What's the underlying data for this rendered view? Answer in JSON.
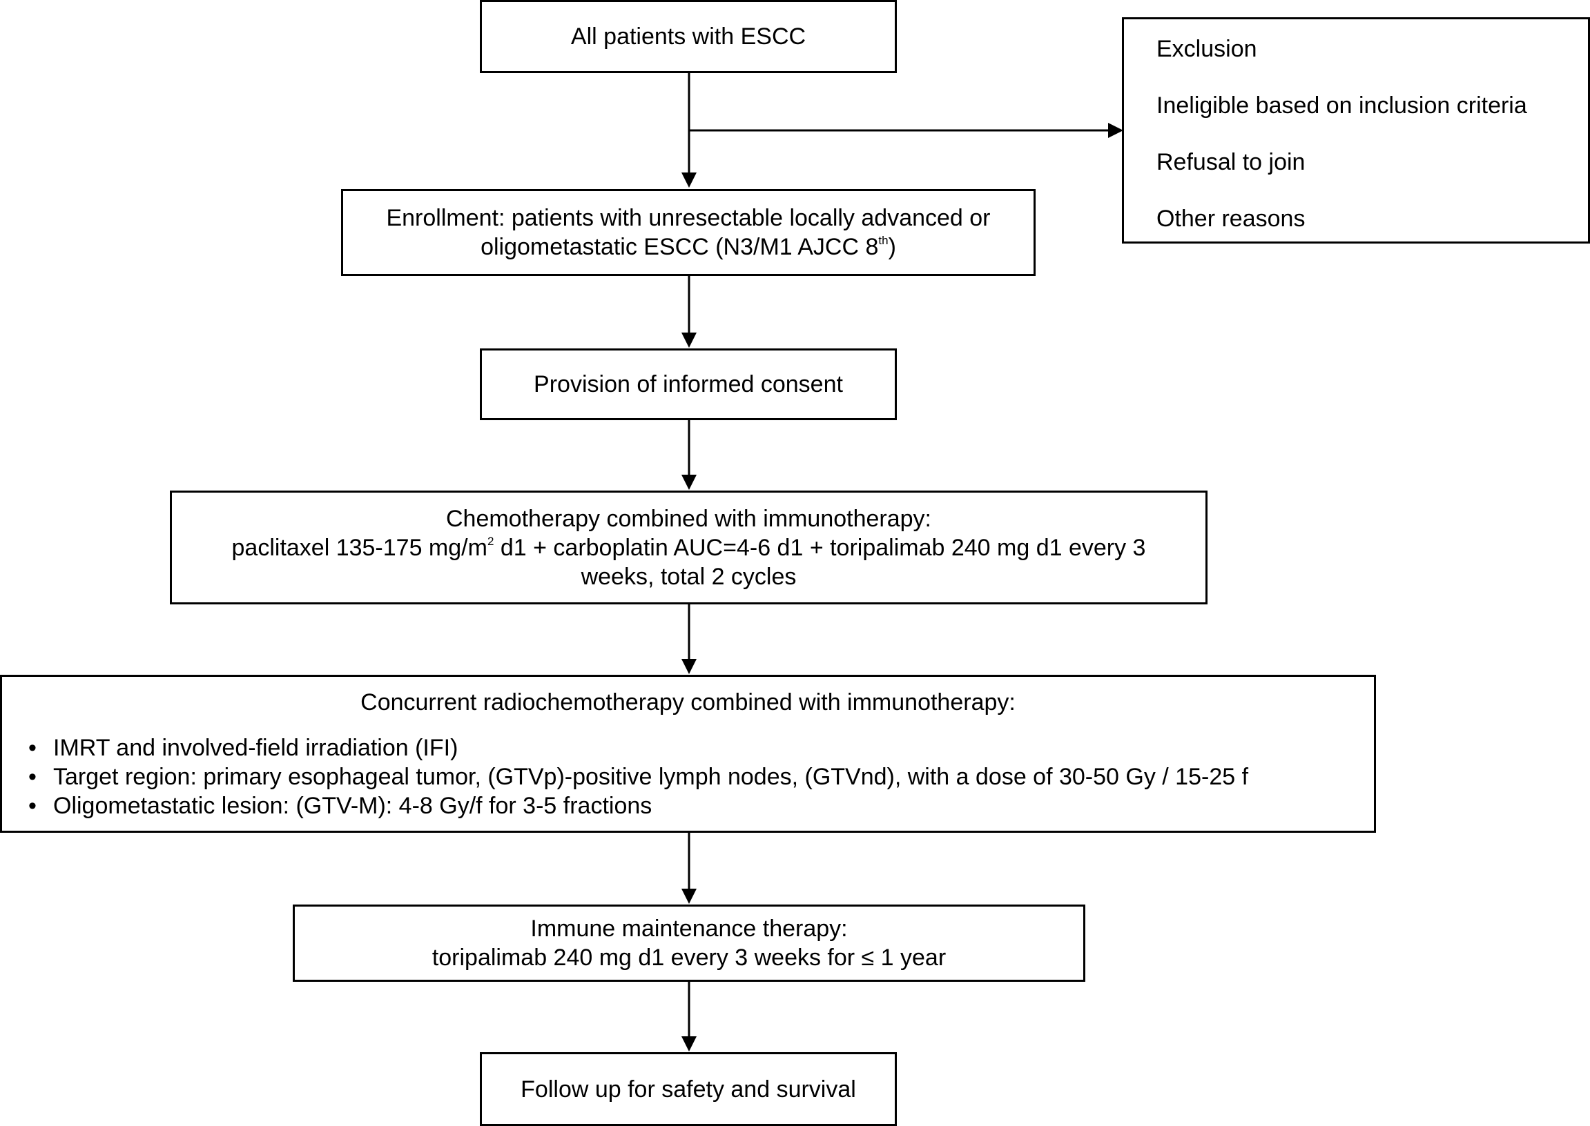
{
  "diagram": {
    "all_patients": "All patients with ESCC",
    "exclusion": {
      "title": "Exclusion",
      "items": [
        "Ineligible based on inclusion criteria",
        "Refusal to join",
        "Other reasons"
      ]
    },
    "enrollment": {
      "line1": "Enrollment: patients with unresectable locally advanced or",
      "line2_pre": "oligometastatic ESCC (N3/M1 AJCC 8",
      "line2_sup": "th",
      "line2_post": ")"
    },
    "consent": "Provision of informed consent",
    "chemo": {
      "line1": "Chemotherapy combined with immunotherapy:",
      "line2_pre": "paclitaxel 135-175 mg/m",
      "line2_sup": "2",
      "line2_post": " d1 + carboplatin AUC=4-6 d1 + toripalimab 240 mg d1 every 3",
      "line3": "weeks, total 2 cycles"
    },
    "radio": {
      "title": "Concurrent radiochemotherapy combined with immunotherapy:",
      "bullet": "•",
      "items": [
        "IMRT and involved-field irradiation (IFI)",
        "Target region: primary esophageal tumor, (GTVp)-positive lymph nodes, (GTVnd), with a dose of 30-50 Gy / 15-25 f",
        "Oligometastatic lesion: (GTV-M): 4-8 Gy/f for 3-5 fractions"
      ]
    },
    "maintenance": {
      "line1": "Immune maintenance therapy:",
      "line2": "toripalimab 240 mg d1 every 3 weeks for ≤ 1 year"
    },
    "followup": "Follow up for safety and survival"
  }
}
